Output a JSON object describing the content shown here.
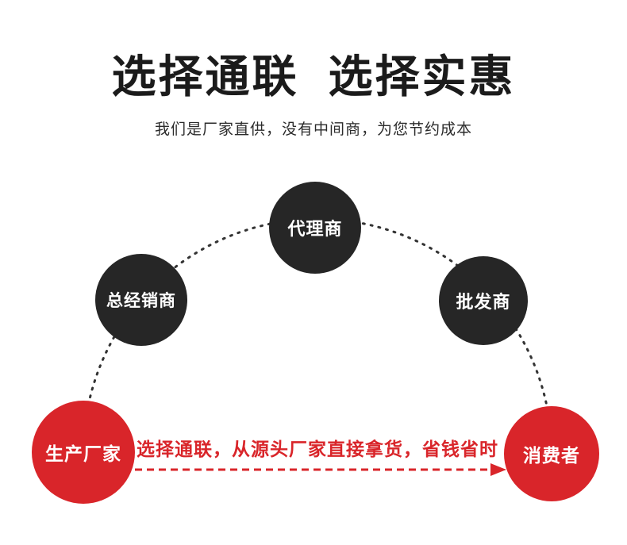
{
  "header": {
    "title": "选择通联  选择实惠",
    "subtitle": "我们是厂家直供，没有中间商，为您节约成本"
  },
  "diagram": {
    "nodes": [
      {
        "id": "producer",
        "label": "生产厂家",
        "role": "source",
        "color": "#d9252a"
      },
      {
        "id": "distributor",
        "label": "总经销商",
        "role": "middleman",
        "color": "#262626"
      },
      {
        "id": "agent",
        "label": "代理商",
        "role": "middleman",
        "color": "#262626"
      },
      {
        "id": "wholesaler",
        "label": "批发商",
        "role": "middleman",
        "color": "#262626"
      },
      {
        "id": "consumer",
        "label": "消费者",
        "role": "destination",
        "color": "#d9252a"
      }
    ],
    "arrow_caption": "选择通联，从源头厂家直接拿货，省钱省时",
    "connections": {
      "arc_path": "producer → distributor → agent → wholesaler → consumer (dotted arc)",
      "direct_arrow": "producer → consumer (red dashed arrow)"
    },
    "colors": {
      "accent_red": "#d9252a",
      "node_black": "#262626",
      "dotted_line": "#333333",
      "background": "#ffffff"
    }
  }
}
